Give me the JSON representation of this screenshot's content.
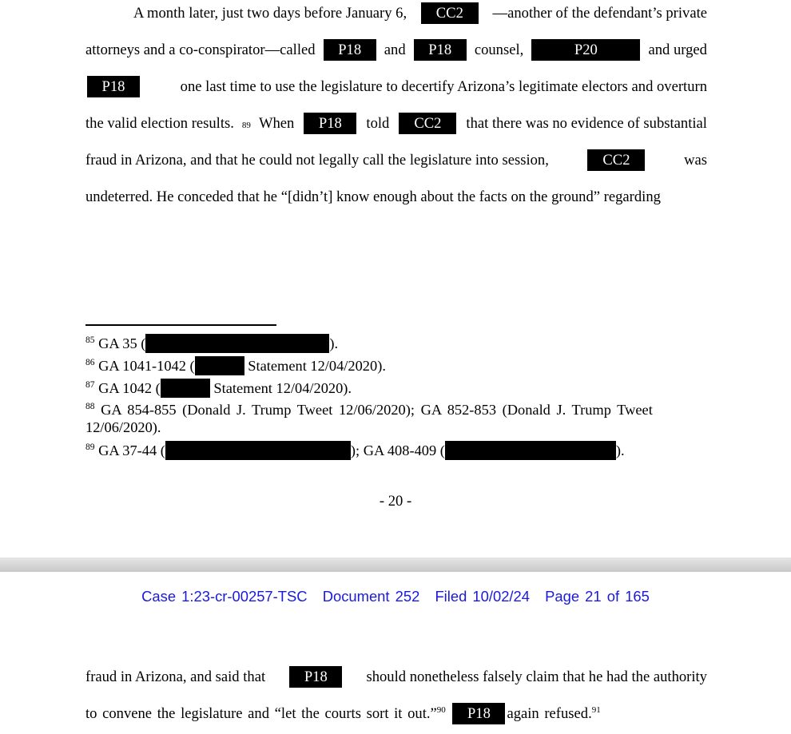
{
  "page1": {
    "lines": [
      [
        "A month later, just two days before January 6,",
        {
          "r": "CC2"
        },
        "—another of the defendant’s private"
      ],
      [
        "attorneys and a co-conspirator—called",
        {
          "r": "P18"
        },
        "and",
        {
          "r": "P18"
        },
        "counsel,",
        {
          "r": "P20"
        },
        "and urged"
      ],
      [
        {
          "r": "P18"
        },
        "one last time to use the legislature to decertify Arizona’s legitimate electors and overturn"
      ],
      [
        "the valid election results.",
        {
          "s": "89"
        },
        "When",
        {
          "r": "P18"
        },
        "told",
        {
          "r": "CC2"
        },
        "that there was no evidence of substantial"
      ],
      [
        "fraud in Arizona, and that he could not legally call the legislature into session,",
        {
          "r": "CC2"
        },
        "was"
      ],
      [
        "undeterred.  He conceded that he “[didn’t] know enough about the facts on the ground” regarding"
      ]
    ],
    "footnotes": [
      {
        "n": "85",
        "parts": [
          "GA 35 (",
          {
            "b": 230
          },
          ")."
        ]
      },
      {
        "n": "86",
        "parts": [
          "GA 1041-1042 (",
          {
            "b": 62
          },
          " Statement 12/04/2020)."
        ]
      },
      {
        "n": "87",
        "parts": [
          "GA 1042 (",
          {
            "b": 62
          },
          " Statement 12/04/2020)."
        ]
      },
      {
        "n": "88",
        "parts": [
          "GA 854-855 (Donald J. Trump Tweet 12/06/2020); GA 852-853 (Donald J. Trump Tweet"
        ],
        "cont": "12/06/2020)."
      },
      {
        "n": "89",
        "parts": [
          "GA 37-44 (",
          {
            "b": 232
          },
          "); GA 408-409 (",
          {
            "b": 214
          },
          ")."
        ]
      }
    ],
    "page_number": "- 20 -"
  },
  "page2": {
    "header": {
      "case": "Case 1:23-cr-00257-TSC",
      "document": "Document 252",
      "filed": "Filed 10/02/24",
      "page": "Page 21 of 165"
    },
    "lines": [
      [
        "fraud in Arizona, and said that",
        {
          "r": "P18"
        },
        "should nonetheless falsely claim that he had the authority"
      ],
      [
        "to convene the legislature and “let the courts sort it out.”",
        {
          "s": "90"
        },
        " ",
        {
          "r": "P18"
        },
        "again refused.",
        {
          "s": "91"
        }
      ]
    ]
  }
}
